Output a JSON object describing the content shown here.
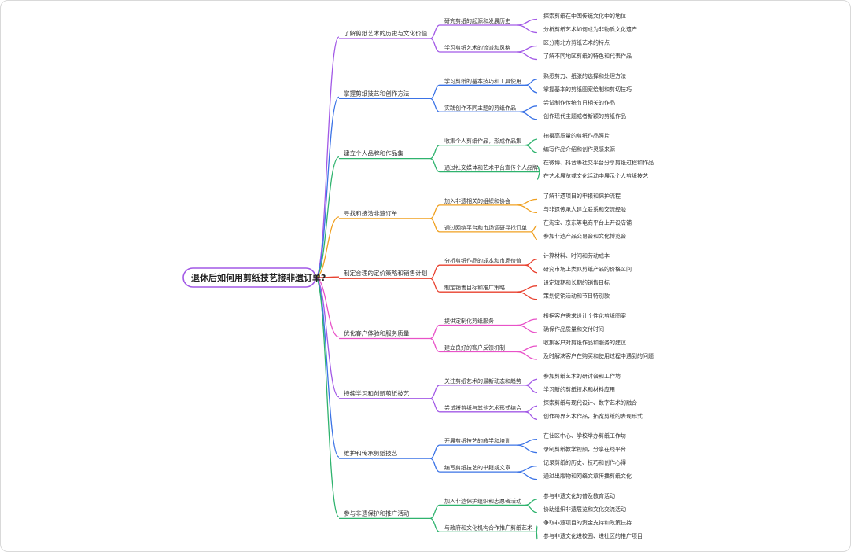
{
  "root": {
    "label": "退休后如何用剪纸技艺接非遗订单?",
    "color": "#a259e6"
  },
  "branches": [
    {
      "label": "了解剪纸艺术的历史与文化价值",
      "color": "#a259e6",
      "children": [
        {
          "label": "研究剪纸的起源和发展历史",
          "children": [
            "探索剪纸在中国传统文化中的地位",
            "分析剪纸艺术如何成为非物质文化遗产"
          ]
        },
        {
          "label": "学习剪纸艺术的流派和风格",
          "children": [
            "区分南北方剪纸艺术的特点",
            "了解不同地区剪纸的特色和代表作品"
          ]
        }
      ]
    },
    {
      "label": "掌握剪纸技艺和创作方法",
      "color": "#3b73e6",
      "children": [
        {
          "label": "学习剪纸的基本技巧和工具使用",
          "children": [
            "熟悉剪刀、纸张的选择和处理方法",
            "掌握基本的剪纸图案绘制和剪切技巧"
          ]
        },
        {
          "label": "实践创作不同主题的剪纸作品",
          "children": [
            "尝试制作传统节日相关的作品",
            "创作现代主题或者新颖的剪纸作品"
          ]
        }
      ]
    },
    {
      "label": "建立个人品牌和作品集",
      "color": "#2fb36e",
      "children": [
        {
          "label": "收集个人剪纸作品，形成作品集",
          "children": [
            "拍摄高质量的剪纸作品照片",
            "编写作品介绍和创作灵感来源"
          ]
        },
        {
          "label": "通过社交媒体和艺术平台宣传个人品牌",
          "children": [
            "在微博、抖音等社交平台分享剪纸过程和作品",
            "在艺术展览或文化活动中展示个人剪纸技艺"
          ]
        }
      ]
    },
    {
      "label": "寻找和接洽非遗订单",
      "color": "#f0a020",
      "children": [
        {
          "label": "加入非遗相关的组织和协会",
          "children": [
            "了解非遗项目的申报和保护流程",
            "与非遗传承人建立联系和交流经验"
          ]
        },
        {
          "label": "通过网络平台和市场调研寻找订单",
          "children": [
            "在淘宝、京东等电商平台上开设店铺",
            "参加非遗产品交易会和文化博览会"
          ]
        }
      ]
    },
    {
      "label": "制定合理的定价策略和销售计划",
      "color": "#e8402e",
      "children": [
        {
          "label": "分析剪纸作品的成本和市场价值",
          "children": [
            "计算材料、时间和劳动成本",
            "研究市场上类似剪纸产品的价格区间"
          ]
        },
        {
          "label": "制定销售目标和推广策略",
          "children": [
            "设定短期和长期的销售目标",
            "策划促销活动和节日特别款"
          ]
        }
      ]
    },
    {
      "label": "优化客户体验和服务质量",
      "color": "#e852c8",
      "children": [
        {
          "label": "提供定制化剪纸服务",
          "children": [
            "根据客户需求设计个性化剪纸图案",
            "确保作品质量和交付时间"
          ]
        },
        {
          "label": "建立良好的客户反馈机制",
          "children": [
            "收集客户对剪纸作品和服务的建议",
            "及时解决客户在购买和使用过程中遇到的问题"
          ]
        }
      ]
    },
    {
      "label": "持续学习和创新剪纸技艺",
      "color": "#a259e6",
      "children": [
        {
          "label": "关注剪纸艺术的最新动态和趋势",
          "children": [
            "参加剪纸艺术的研讨会和工作坊",
            "学习新的剪纸技术和材料应用"
          ]
        },
        {
          "label": "尝试将剪纸与其他艺术形式结合",
          "children": [
            "探索剪纸与现代设计、数字艺术的融合",
            "创作跨界艺术作品，拓宽剪纸的表现形式"
          ]
        }
      ]
    },
    {
      "label": "维护和传承剪纸技艺",
      "color": "#3b73e6",
      "children": [
        {
          "label": "开展剪纸技艺的教学和培训",
          "children": [
            "在社区中心、学校举办剪纸工作坊",
            "录制剪纸教学视频，分享在线平台"
          ]
        },
        {
          "label": "编写剪纸技艺的书籍或文章",
          "children": [
            "记录剪纸的历史、技巧和创作心得",
            "通过出版物和网络文章传播剪纸文化"
          ]
        }
      ]
    },
    {
      "label": "参与非遗保护和推广活动",
      "color": "#2fb36e",
      "children": [
        {
          "label": "加入非遗保护组织和志愿者活动",
          "children": [
            "参与非遗文化的普及教育活动",
            "协助组织非遗展览和文化交流活动"
          ]
        },
        {
          "label": "与政府和文化机构合作推广剪纸艺术",
          "children": [
            "争取非遗项目的资金支持和政策扶持",
            "参与非遗文化进校园、进社区的推广项目"
          ]
        }
      ]
    }
  ]
}
